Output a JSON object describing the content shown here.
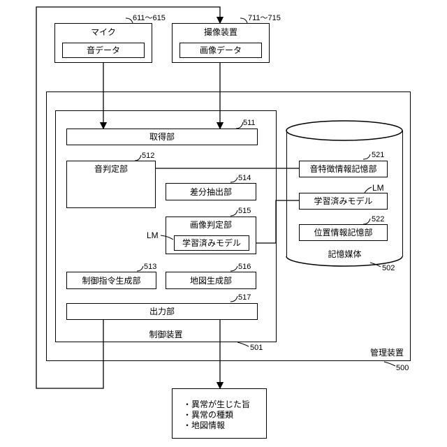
{
  "microphone": {
    "title": "マイク",
    "inner": "音データ",
    "ref": "611〜615"
  },
  "camera": {
    "title": "撮像装置",
    "inner": "画像データ",
    "ref": "711〜715"
  },
  "management": {
    "label": "管理装置",
    "ref": "500"
  },
  "control": {
    "label": "制御装置",
    "ref": "501"
  },
  "acquisition": {
    "label": "取得部",
    "ref": "511"
  },
  "sound_judgment": {
    "label": "音判定部",
    "ref": "512"
  },
  "difference_extraction": {
    "label": "差分抽出部",
    "ref": "514"
  },
  "image_judgment": {
    "label": "画像判定部",
    "ref": "515",
    "model_label": "学習済みモデル",
    "lm": "LM"
  },
  "control_command": {
    "label": "制御指令生成部",
    "ref": "513"
  },
  "map_generation": {
    "label": "地図生成部",
    "ref": "516"
  },
  "output": {
    "label": "出力部",
    "ref": "517"
  },
  "storage": {
    "label": "記憶媒体",
    "ref": "502",
    "sound_feature": {
      "label": "音特徴情報記憶部",
      "ref": "521"
    },
    "trained_model": {
      "label": "学習済みモデル",
      "lm": "LM"
    },
    "location_info": {
      "label": "位置情報記憶部",
      "ref": "522"
    }
  },
  "output_items": [
    "・異常が生じた旨",
    "・異常の種類",
    "・地図情報"
  ]
}
